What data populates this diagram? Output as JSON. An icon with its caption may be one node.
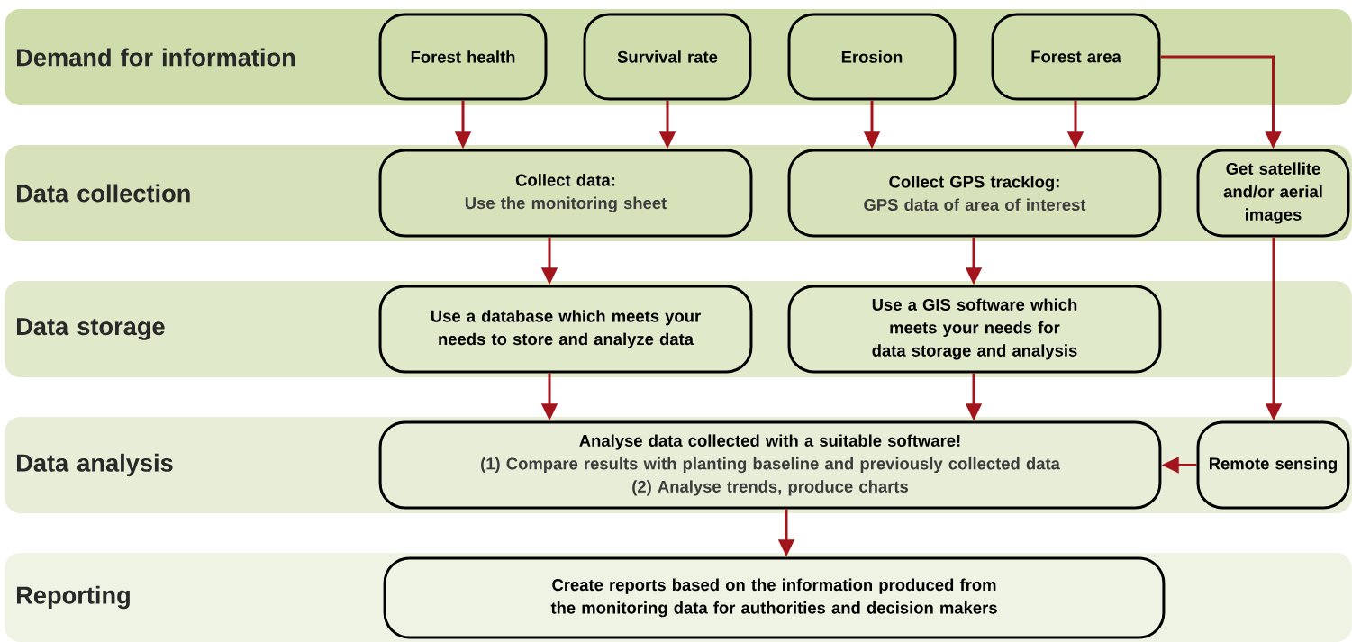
{
  "diagram": {
    "nodes": [
      {
        "text": [
          "Demand for information"
        ]
      },
      {
        "text": [
          "Forest health"
        ],
        "in": 0
      },
      {
        "text": [
          "Survival rate"
        ],
        "in": 0
      },
      {
        "text": [
          "Erosion"
        ],
        "in": 0
      },
      {
        "text": [
          "Forest area"
        ],
        "in": 0
      },
      {
        "text": [
          "Data collection"
        ]
      },
      {
        "text": [
          "Collect data:",
          "Use the monitoring sheet"
        ],
        "in": 5
      },
      {
        "text": [
          "Collect GPS tracklog:",
          "GPS data of area of interest"
        ],
        "in": 5
      },
      {
        "text": [
          "Get satellite and/or aerial images"
        ],
        "in": 5
      },
      {
        "text": [
          "Data storage"
        ]
      },
      {
        "text": [
          "Use a database which meets your needs to store and analyze data"
        ],
        "in": 9
      },
      {
        "text": [
          "Use a GIS software which meets your needs for data storage and analysis"
        ],
        "in": 9
      },
      {
        "text": [
          "Data analysis"
        ]
      },
      {
        "text": [
          "Analyse data collected with a suitable software!",
          "(1) Compare results with planting baseline and previously collected data",
          "(2) Analyse trends, produce charts"
        ],
        "in": 12
      },
      {
        "text": [
          "Remote sensing"
        ],
        "in": 12
      },
      {
        "text": [
          "Reporting"
        ]
      },
      {
        "text": [
          "Create reports based on the information produced from the monitoring data for authorities and decision makers"
        ],
        "in": 15
      }
    ],
    "edges": [
      {
        "from": 1,
        "to": 6,
        "arrow": "to"
      },
      {
        "from": 2,
        "to": 6,
        "arrow": "to"
      },
      {
        "from": 3,
        "to": 7,
        "arrow": "to"
      },
      {
        "from": 4,
        "to": 7,
        "arrow": "to"
      },
      {
        "from": 4,
        "to": 8,
        "arrow": "to"
      },
      {
        "from": 6,
        "to": 10,
        "arrow": "to"
      },
      {
        "from": 7,
        "to": 11,
        "arrow": "to"
      },
      {
        "from": 10,
        "to": 13,
        "arrow": "to"
      },
      {
        "from": 11,
        "to": 13,
        "arrow": "to"
      },
      {
        "from": 8,
        "to": 14,
        "arrow": "to"
      },
      {
        "from": 14,
        "to": 13,
        "arrow": "to"
      },
      {
        "from": 13,
        "to": 16,
        "arrow": "to"
      }
    ]
  }
}
